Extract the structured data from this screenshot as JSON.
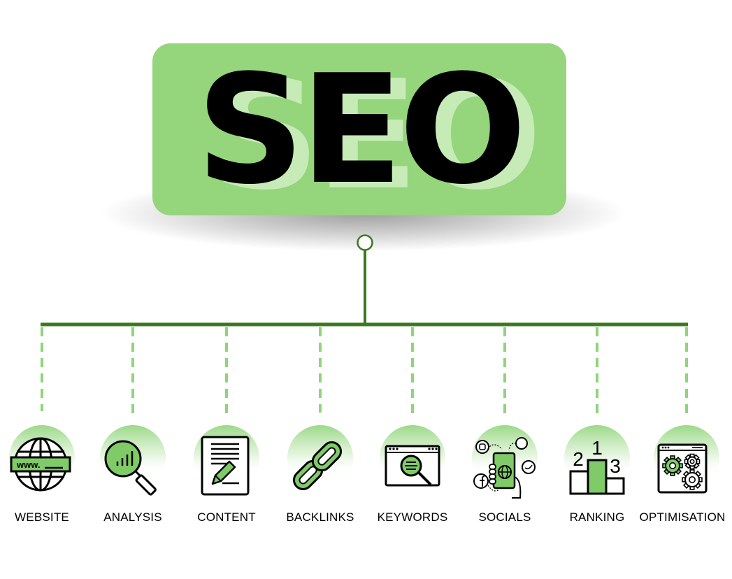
{
  "title": "SEO",
  "colors": {
    "card": "#95d57c",
    "ghost": "#c6ebb7",
    "line": "#3a7a1e",
    "dash": "#8fd57a",
    "icon_fill": "#7fcb68",
    "halo": "#d8f0cf",
    "text": "#000000"
  },
  "items": [
    {
      "label": "WEBSITE",
      "icon": "globe-www-icon",
      "url_text": "www."
    },
    {
      "label": "ANALYSIS",
      "icon": "magnifier-chart-icon"
    },
    {
      "label": "CONTENT",
      "icon": "document-pencil-icon"
    },
    {
      "label": "BACKLINKS",
      "icon": "chain-link-icon"
    },
    {
      "label": "KEYWORDS",
      "icon": "browser-search-icon"
    },
    {
      "label": "SOCIALS",
      "icon": "phone-social-icon"
    },
    {
      "label": "RANKING",
      "icon": "podium-icon",
      "podium": [
        "2",
        "1",
        "3"
      ]
    },
    {
      "label": "OPTIMISATION",
      "icon": "browser-gears-icon"
    }
  ]
}
